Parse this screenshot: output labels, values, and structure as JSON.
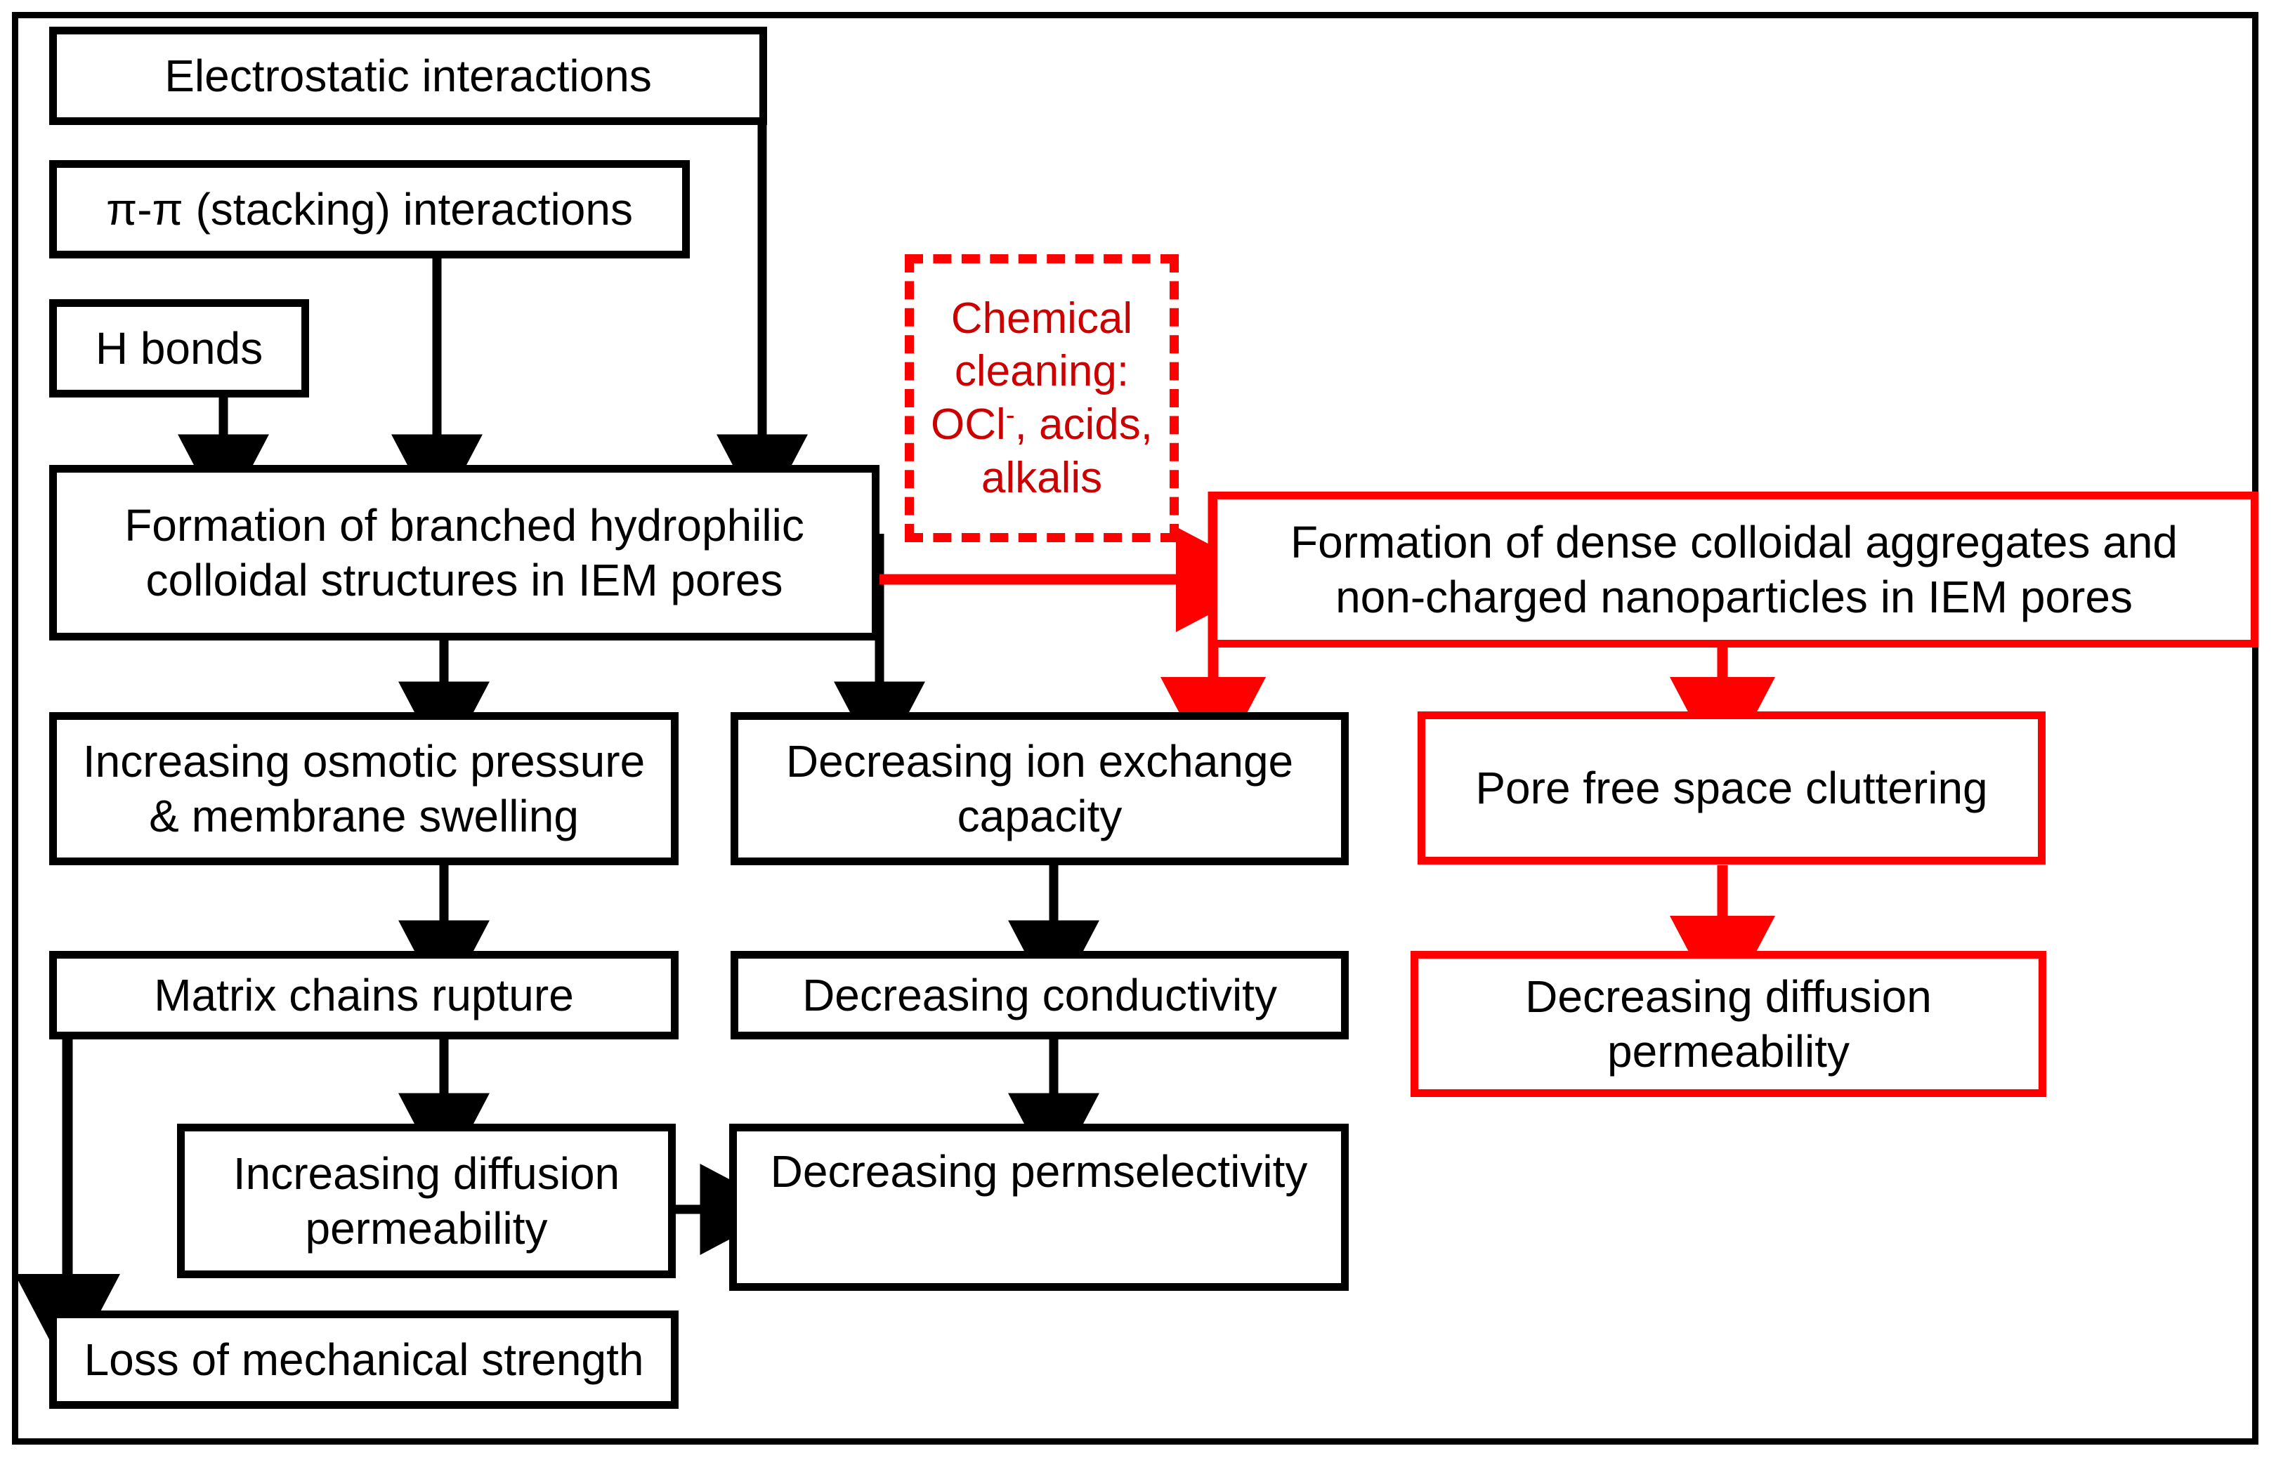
{
  "diagram": {
    "title": "IEM fouling mechanism flowchart",
    "colors": {
      "black": "#000000",
      "red": "#ff0000",
      "red_text": "#cc0000",
      "background": "#ffffff"
    },
    "nodes": [
      {
        "id": "electrostatic",
        "label": "Electrostatic interactions",
        "style": "black-solid"
      },
      {
        "id": "pi-pi",
        "label": "π-π (stacking) interactions",
        "style": "black-solid"
      },
      {
        "id": "h-bonds",
        "label": "H bonds",
        "style": "black-solid"
      },
      {
        "id": "chem-cleaning",
        "label": "Chemical cleaning: OCl-, acids, alkalis",
        "style": "red-dashed"
      },
      {
        "id": "branched",
        "label": "Formation of branched hydrophilic colloidal structures in IEM pores",
        "style": "black-solid"
      },
      {
        "id": "dense",
        "label": "Formation of dense colloidal aggregates and non-charged nanoparticles in IEM pores",
        "style": "red-solid"
      },
      {
        "id": "osmotic",
        "label": "Increasing osmotic pressure & membrane swelling",
        "style": "black-solid"
      },
      {
        "id": "iec",
        "label": "Decreasing ion exchange capacity",
        "style": "black-solid"
      },
      {
        "id": "pore-clutter",
        "label": "Pore free space cluttering",
        "style": "red-solid"
      },
      {
        "id": "matrix-rupture",
        "label": "Matrix chains rupture",
        "style": "black-solid"
      },
      {
        "id": "conductivity",
        "label": "Decreasing  conductivity",
        "style": "black-solid"
      },
      {
        "id": "dec-diff-perm",
        "label": "Decreasing  diffusion permeability",
        "style": "red-solid"
      },
      {
        "id": "inc-diff-perm",
        "label": "Increasing  diffusion permeability",
        "style": "black-solid"
      },
      {
        "id": "permselectivity",
        "label": "Decreasing  permselectivity",
        "style": "black-solid"
      },
      {
        "id": "mech-strength",
        "label": "Loss of mechanical strength",
        "style": "black-solid"
      }
    ],
    "labels": {
      "electrostatic": "Electrostatic interactions",
      "pi_pi": "π-π (stacking) interactions",
      "h_bonds": "H bonds",
      "chem_line1": "Chemical",
      "chem_line2": "cleaning:",
      "chem_line3_a": "OCl",
      "chem_line3_sup": "-",
      "chem_line3_b": ", acids,",
      "chem_line4": "alkalis",
      "branched_line1": "Formation of branched hydrophilic",
      "branched_line2": "colloidal structures in IEM pores",
      "dense_line1": "Formation of dense colloidal aggregates and",
      "dense_line2": "non-charged nanoparticles in IEM pores",
      "osmotic_line1": "Increasing osmotic pressure",
      "osmotic_line2": "& membrane swelling",
      "iec_line1": "Decreasing ion exchange",
      "iec_line2": "capacity",
      "pore_clutter": "Pore free space cluttering",
      "matrix_rupture": "Matrix chains rupture",
      "conductivity": "Decreasing  conductivity",
      "dec_diff_line1": "Decreasing  diffusion",
      "dec_diff_line2": "permeability",
      "inc_diff_line1": "Increasing  diffusion",
      "inc_diff_line2": "permeability",
      "permselectivity": "Decreasing  permselectivity",
      "mech_strength": "Loss of mechanical strength"
    },
    "edges": [
      {
        "from": "h-bonds",
        "to": "branched",
        "color": "#000000"
      },
      {
        "from": "pi-pi",
        "to": "branched",
        "color": "#000000"
      },
      {
        "from": "electrostatic",
        "to": "branched",
        "color": "#000000"
      },
      {
        "from": "branched",
        "to": "osmotic",
        "color": "#000000"
      },
      {
        "from": "branched",
        "to": "iec",
        "color": "#000000"
      },
      {
        "from": "branched",
        "to": "dense",
        "color": "#ff0000"
      },
      {
        "from": "dense",
        "to": "iec",
        "color": "#ff0000"
      },
      {
        "from": "dense",
        "to": "pore-clutter",
        "color": "#ff0000"
      },
      {
        "from": "osmotic",
        "to": "matrix-rupture",
        "color": "#000000"
      },
      {
        "from": "iec",
        "to": "conductivity",
        "color": "#000000"
      },
      {
        "from": "pore-clutter",
        "to": "dec-diff-perm",
        "color": "#ff0000"
      },
      {
        "from": "matrix-rupture",
        "to": "inc-diff-perm",
        "color": "#000000"
      },
      {
        "from": "matrix-rupture",
        "to": "mech-strength",
        "color": "#000000"
      },
      {
        "from": "conductivity",
        "to": "permselectivity",
        "color": "#000000"
      },
      {
        "from": "inc-diff-perm",
        "to": "permselectivity",
        "color": "#000000"
      }
    ]
  }
}
